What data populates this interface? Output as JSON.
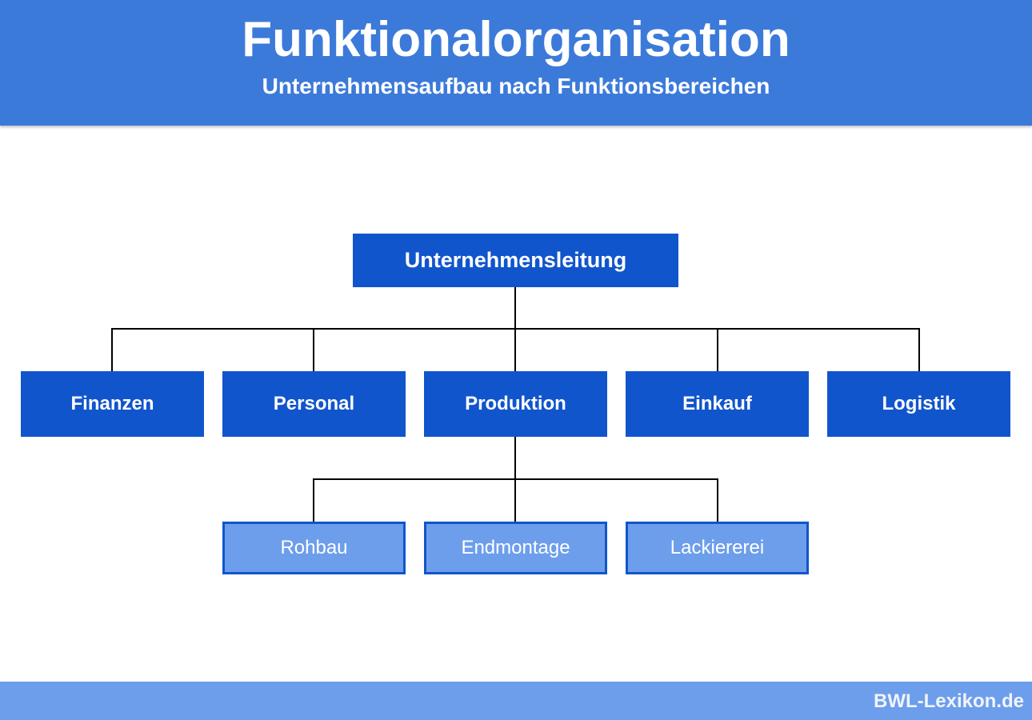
{
  "header": {
    "title": "Funktionalorganisation",
    "subtitle": "Unternehmensaufbau nach Funktionsbereichen"
  },
  "root": {
    "label": "Unternehmensleitung"
  },
  "functions": [
    {
      "label": "Finanzen"
    },
    {
      "label": "Personal"
    },
    {
      "label": "Produktion"
    },
    {
      "label": "Einkauf"
    },
    {
      "label": "Logistik"
    }
  ],
  "production_units": [
    {
      "label": "Rohbau"
    },
    {
      "label": "Endmontage"
    },
    {
      "label": "Lackiererei"
    }
  ],
  "footer": {
    "brand": "BWL-Lexikon.de"
  },
  "colors": {
    "header": "#3c7ada",
    "box": "#1155cc",
    "sub_box": "#6d9eeb"
  }
}
